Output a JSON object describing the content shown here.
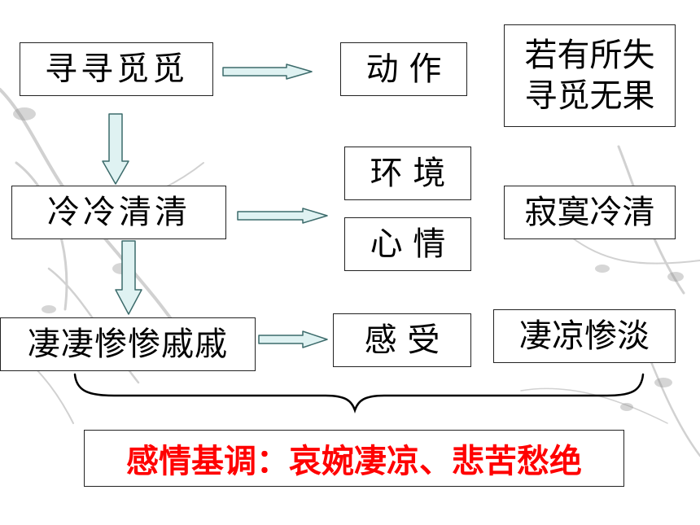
{
  "rows": [
    {
      "source": "寻寻觅觅",
      "targets": [
        "动 作"
      ],
      "interpretation": [
        "若有所失",
        "寻觅无果"
      ]
    },
    {
      "source": "冷冷清清",
      "targets": [
        "环 境",
        "心 情"
      ],
      "interpretation": [
        "寂寞冷清"
      ]
    },
    {
      "source": "凄凄惨惨戚戚",
      "targets": [
        "感 受"
      ],
      "interpretation": [
        "凄凉惨淡"
      ]
    }
  ],
  "summary": "感情基调：哀婉凄凉、悲苦愁绝",
  "colors": {
    "arrow_fill": "#dff2f2",
    "arrow_stroke": "#3c6b6b",
    "summary_text": "#ff0000",
    "border": "#222222"
  }
}
